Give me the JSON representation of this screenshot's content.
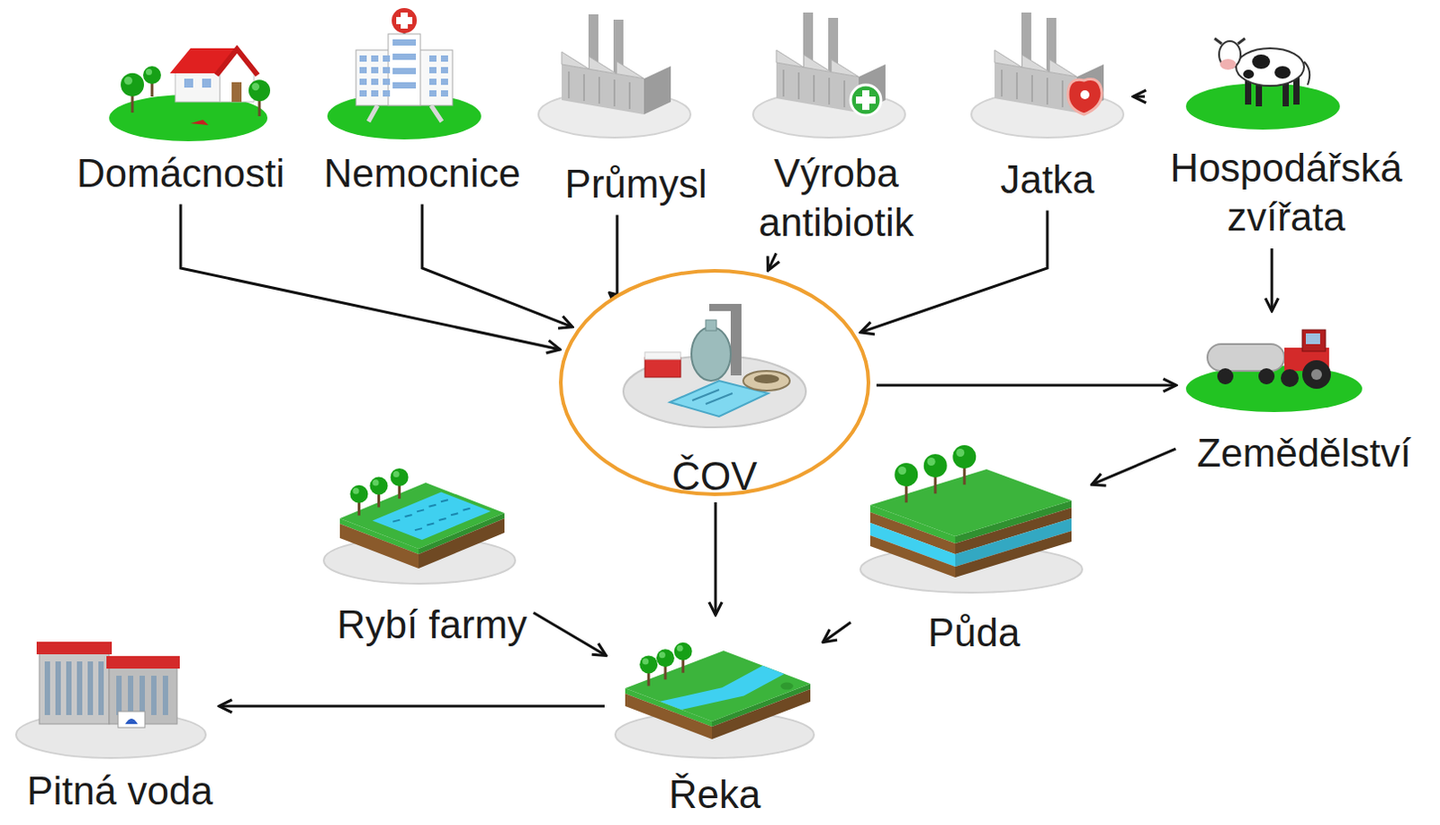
{
  "diagram": {
    "nodes": [
      {
        "text": [
          "Domácnosti"
        ]
      },
      {
        "text": [
          "Nemocnice"
        ]
      },
      {
        "text": [
          "Průmysl"
        ]
      },
      {
        "text": [
          "Výroba antibiotik"
        ]
      },
      {
        "text": [
          "Jatka"
        ]
      },
      {
        "text": [
          "Hospodářská zvířata"
        ]
      },
      {
        "text": [
          "ČOV"
        ]
      },
      {
        "text": [
          "Zemědělství"
        ]
      },
      {
        "text": [
          "Rybí farmy"
        ]
      },
      {
        "text": [
          "Půda"
        ]
      },
      {
        "text": [
          "Pitná voda"
        ]
      },
      {
        "text": [
          "Řeka"
        ]
      }
    ],
    "edges": [
      {
        "from": 0,
        "to": 6,
        "arrow": "to"
      },
      {
        "from": 1,
        "to": 6,
        "arrow": "to"
      },
      {
        "from": 2,
        "to": 6,
        "arrow": "to"
      },
      {
        "from": 3,
        "to": 6,
        "arrow": "to"
      },
      {
        "from": 4,
        "to": 6,
        "arrow": "to"
      },
      {
        "from": 5,
        "to": 4,
        "arrow": "to"
      },
      {
        "from": 5,
        "to": 7,
        "arrow": "to"
      },
      {
        "from": 6,
        "to": 7,
        "arrow": "to"
      },
      {
        "from": 7,
        "to": 9,
        "arrow": "to"
      },
      {
        "from": 6,
        "to": 11,
        "arrow": "to"
      },
      {
        "from": 8,
        "to": 11,
        "arrow": "to"
      },
      {
        "from": 9,
        "to": 11,
        "arrow": "to"
      },
      {
        "from": 11,
        "to": 10,
        "arrow": "to"
      }
    ]
  }
}
